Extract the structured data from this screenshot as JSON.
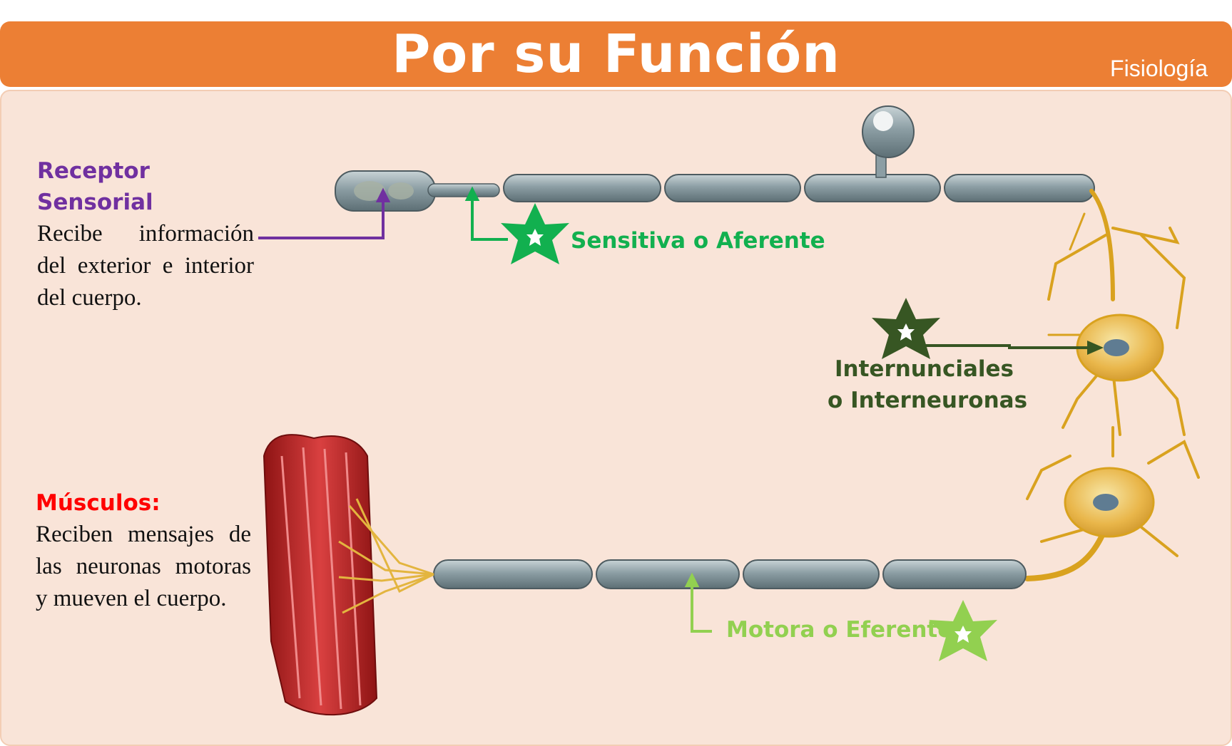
{
  "header": {
    "title": "Por su Función",
    "subject": "Fisiología"
  },
  "receptor": {
    "title": "Receptor Sensorial",
    "text": "Recibe información del exterior e interior del cuerpo.",
    "color": "#7030a0"
  },
  "musculos": {
    "title": "Músculos:",
    "text": "Reciben mensajes de las neuronas motoras y mueven el cuerpo.",
    "color": "#ff0000"
  },
  "labels": {
    "sensitiva": {
      "text": "Sensitiva o Aferente",
      "color": "#12b04f"
    },
    "internunciales": {
      "line1": "Internunciales",
      "line2": "o Interneuronas",
      "color": "#375623"
    },
    "motora": {
      "text": "Motora o Eferente",
      "color": "#92d050"
    }
  }
}
